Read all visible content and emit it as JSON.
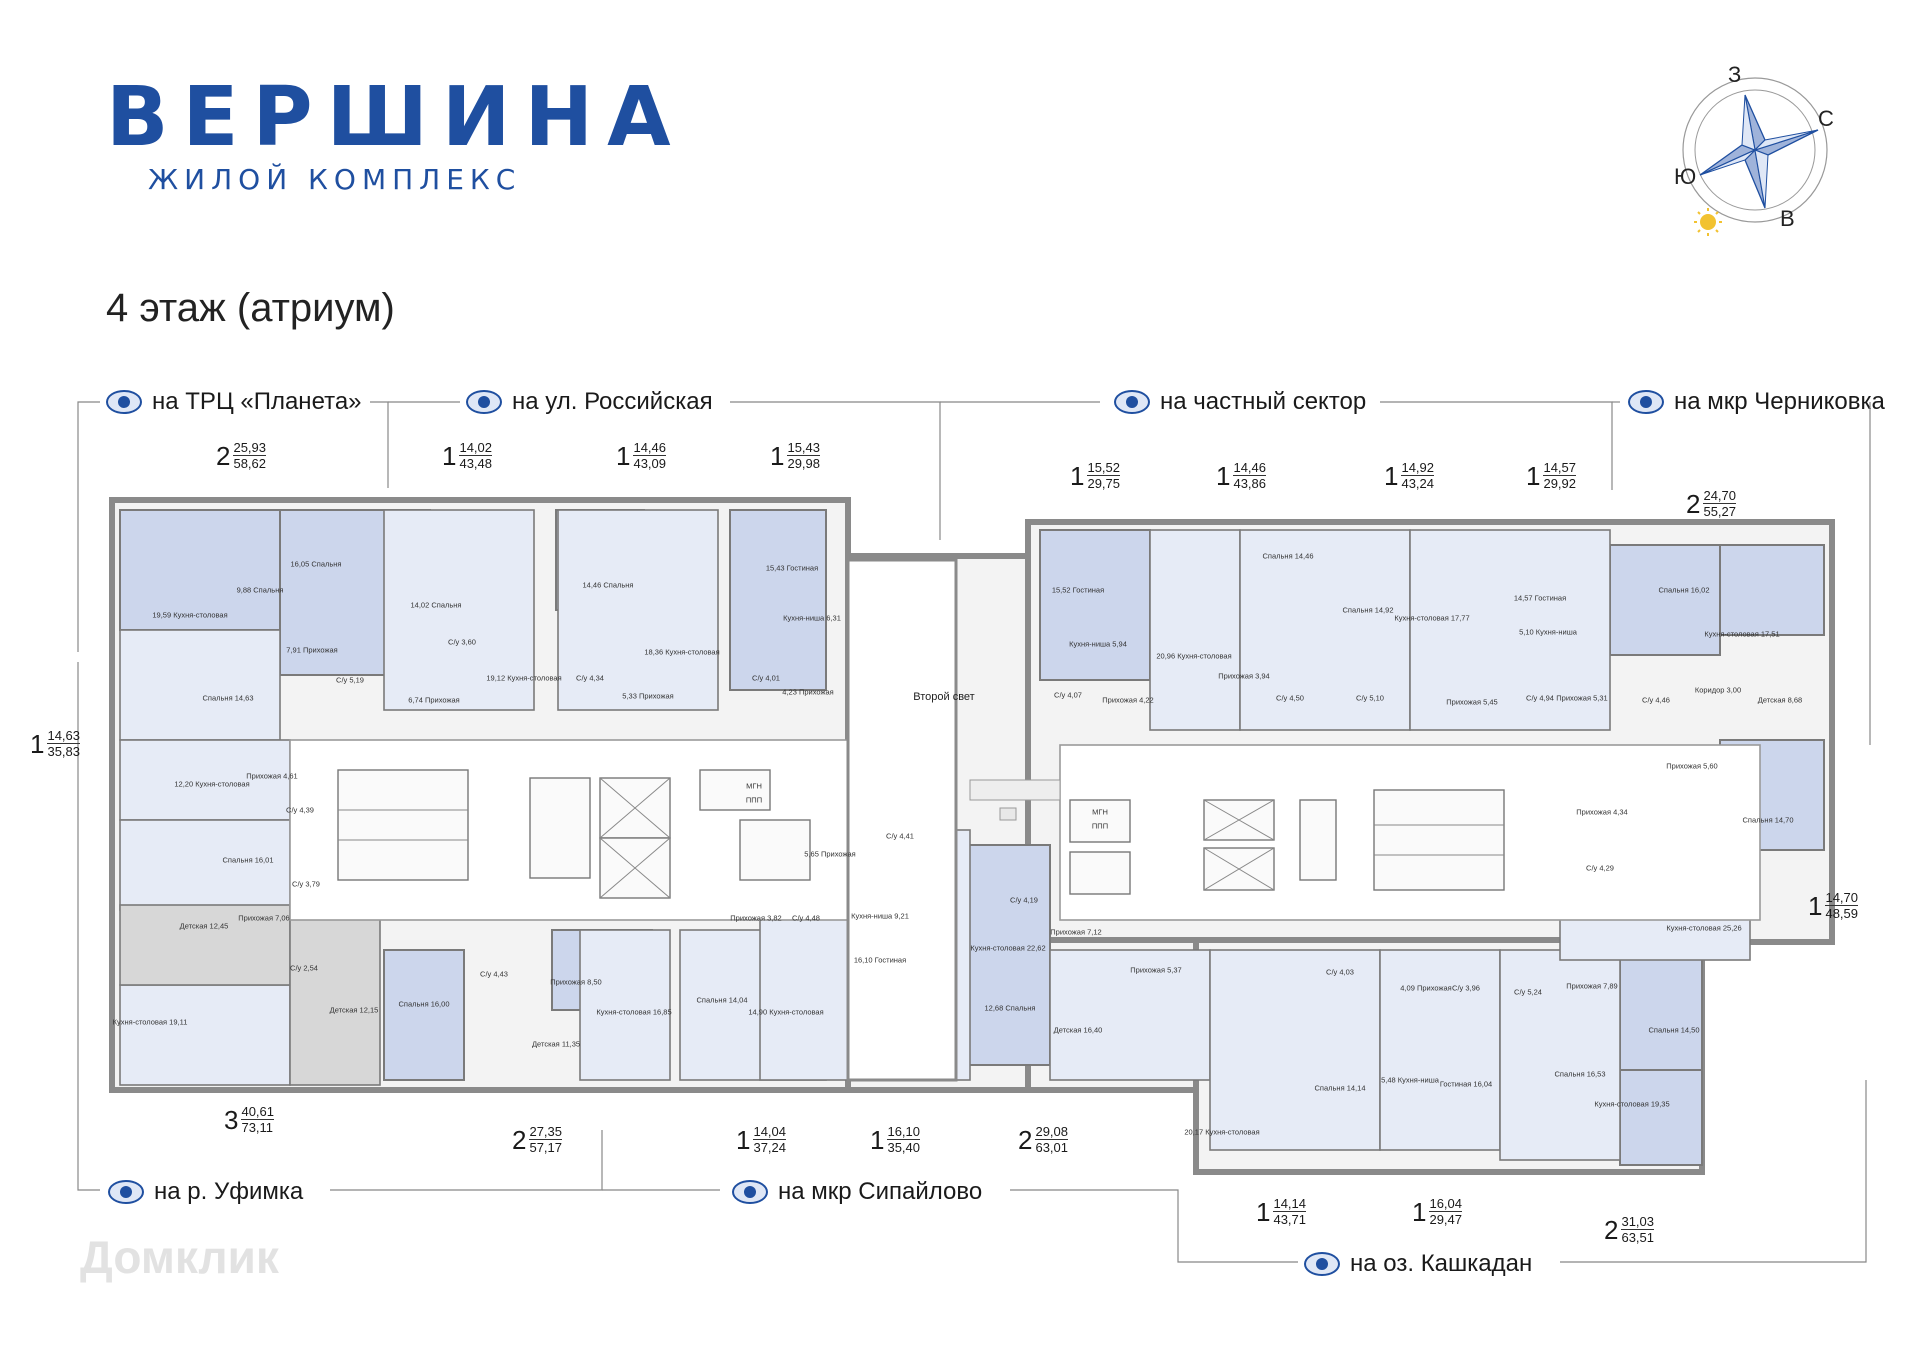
{
  "logo": {
    "title": "ВЕРШИНА",
    "subtitle": "ЖИЛОЙ КОМПЛЕКС"
  },
  "floor_title": "4 этаж (атриум)",
  "compass": {
    "north": "С",
    "south": "Ю",
    "east": "В",
    "west": "З",
    "accent": "#1f4fa0",
    "sun_color": "#f2c230"
  },
  "views": {
    "planeta": "на ТРЦ «Планета»",
    "rossiyskaya": "на ул. Российская",
    "private": "на частный сектор",
    "chernikovka": "на мкр Черниковка",
    "ufimka": "на р. Уфимка",
    "sipaylovo": "на мкр Сипайлово",
    "kashkadan": "на оз. Кашкадан"
  },
  "apartments": [
    {
      "rooms": "2",
      "living": "25,93",
      "total": "58,62"
    },
    {
      "rooms": "1",
      "living": "14,02",
      "total": "43,48"
    },
    {
      "rooms": "1",
      "living": "14,46",
      "total": "43,09"
    },
    {
      "rooms": "1",
      "living": "15,43",
      "total": "29,98"
    },
    {
      "rooms": "1",
      "living": "15,52",
      "total": "29,75"
    },
    {
      "rooms": "1",
      "living": "14,46",
      "total": "43,86"
    },
    {
      "rooms": "1",
      "living": "14,92",
      "total": "43,24"
    },
    {
      "rooms": "1",
      "living": "14,57",
      "total": "29,92"
    },
    {
      "rooms": "2",
      "living": "24,70",
      "total": "55,27"
    },
    {
      "rooms": "1",
      "living": "14,63",
      "total": "35,83"
    },
    {
      "rooms": "1",
      "living": "14,70",
      "total": "48,59"
    },
    {
      "rooms": "3",
      "living": "40,61",
      "total": "73,11"
    },
    {
      "rooms": "2",
      "living": "27,35",
      "total": "57,17"
    },
    {
      "rooms": "1",
      "living": "14,04",
      "total": "37,24"
    },
    {
      "rooms": "1",
      "living": "16,10",
      "total": "35,40"
    },
    {
      "rooms": "2",
      "living": "29,08",
      "total": "63,01"
    },
    {
      "rooms": "1",
      "living": "14,14",
      "total": "43,71"
    },
    {
      "rooms": "1",
      "living": "16,04",
      "total": "29,47"
    },
    {
      "rooms": "2",
      "living": "31,03",
      "total": "63,51"
    }
  ],
  "atrium_label": "Второй свет",
  "lift_label": "МГН",
  "ppp_label": "ППП",
  "rooms": [
    "19,59 Кухня-столовая",
    "9,88 Спальня",
    "16,05 Спальня",
    "7,91 Прихожая",
    "С/у 5,19",
    "14,02 Спальня",
    "С/у 3,60",
    "19,12 Кухня-столовая",
    "6,74 Прихожая",
    "14,46 Спальня",
    "С/у 4,34",
    "18,36 Кухня-столовая",
    "5,33 Прихожая",
    "15,43 Гостиная",
    "Кухня-ниша 6,31",
    "С/у 4,01",
    "4,23 Прихожая",
    "15,52 Гостиная",
    "Кухня-ниша 5,94",
    "С/у 4,07",
    "Прихожая 4,22",
    "20,96 Кухня-столовая",
    "Прихожая 3,94",
    "Спальня 14,46",
    "С/у 4,50",
    "Спальня 14,92",
    "Кухня-столовая 17,77",
    "С/у 5,10",
    "Прихожая 5,45",
    "14,57 Гостиная",
    "5,10 Кухня-ниша",
    "С/у 4,94",
    "Прихожая 5,31",
    "Спальня 16,02",
    "Кухня-столовая 17,51",
    "Коридор 3,00",
    "Детская 8,68",
    "С/у 4,46",
    "Прихожая 5,60",
    "Спальня 14,63",
    "12,20 Кухня-столовая",
    "Прихожая 4,61",
    "С/у 4,39",
    "Спальня 16,01",
    "С/у 3,79",
    "Прихожая 7,06",
    "Детская 12,45",
    "С/у 2,54",
    "Кухня-столовая 19,11",
    "Детская 12,15",
    "Спальня 16,00",
    "С/у 4,43",
    "Прихожая 8,50",
    "Кухня-столовая 16,85",
    "Детская 11,35",
    "Прихожая 3,82",
    "С/у 4,48",
    "Спальня 14,04",
    "14,90 Кухня-столовая",
    "5,65 Прихожая",
    "С/у 4,41",
    "Кухня-ниша 9,21",
    "16,10 Гостиная",
    "С/у 4,19",
    "Прихожая 7,12",
    "Кухня-столовая 22,62",
    "12,68 Спальня",
    "Детская 16,40",
    "Прихожая 5,37",
    "С/у 4,03",
    "20,17 Кухня-столовая",
    "Спальня 14,14",
    "4,09 Прихожая",
    "С/у 3,96",
    "5,48 Кухня-ниша",
    "Гостиная 16,04",
    "С/у 5,24",
    "Прихожая 7,89",
    "Спальня 14,50",
    "Спальня 16,53",
    "Кухня-столовая 19,35",
    "Прихожая 4,34",
    "С/у 4,29",
    "Спальня 14,70",
    "Кухня-столовая 25,26"
  ],
  "watermark": "Домклик"
}
